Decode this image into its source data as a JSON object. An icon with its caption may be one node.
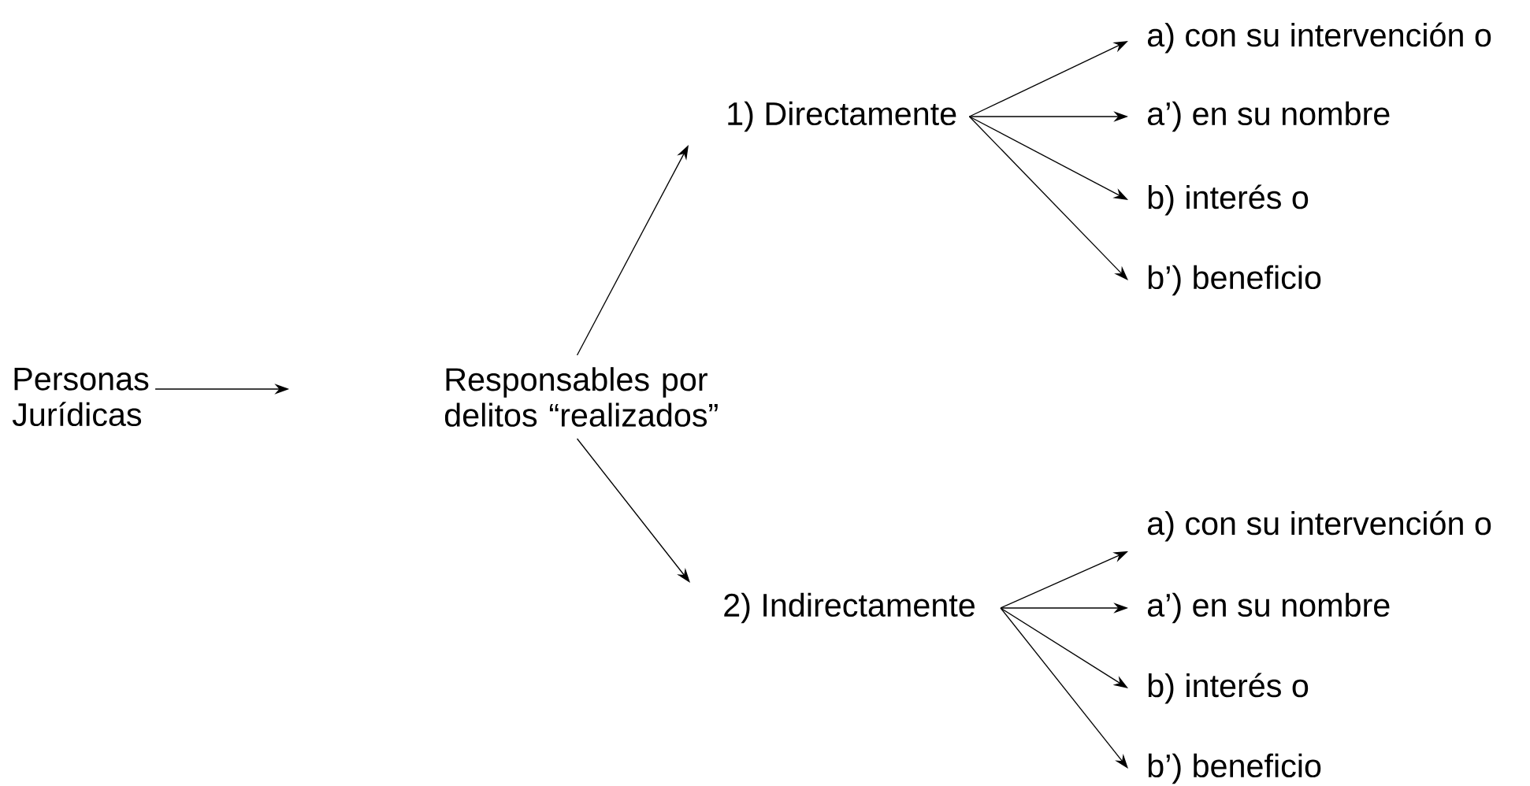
{
  "diagram": {
    "nodes": [
      {
        "text": [
          "Personas Jurídicas"
        ]
      },
      {
        "text": [
          "Responsables por delitos “realizados”"
        ]
      },
      {
        "text": [
          "1) Directamente"
        ]
      },
      {
        "text": [
          "a) con su intervención o"
        ]
      },
      {
        "text": [
          "a’) en su nombre"
        ]
      },
      {
        "text": [
          "b) interés o"
        ]
      },
      {
        "text": [
          "b’) beneficio"
        ]
      },
      {
        "text": [
          "2) Indirectamente"
        ]
      },
      {
        "text": [
          "a) con su intervención o"
        ]
      },
      {
        "text": [
          "a’) en su nombre"
        ]
      },
      {
        "text": [
          "b) interés o"
        ]
      },
      {
        "text": [
          "b’) beneficio"
        ]
      }
    ],
    "edges": [
      {
        "from": 0,
        "to": null,
        "arrow": "to"
      },
      {
        "from": 1,
        "to": 2,
        "arrow": "to"
      },
      {
        "from": 1,
        "to": 7,
        "arrow": "to"
      },
      {
        "from": 2,
        "to": 3,
        "arrow": "to"
      },
      {
        "from": 2,
        "to": 4,
        "arrow": "to"
      },
      {
        "from": 2,
        "to": 5,
        "arrow": "to"
      },
      {
        "from": 2,
        "to": 6,
        "arrow": "to"
      },
      {
        "from": 7,
        "to": 8,
        "arrow": "to"
      },
      {
        "from": 7,
        "to": 9,
        "arrow": "to"
      },
      {
        "from": 7,
        "to": 10,
        "arrow": "to"
      },
      {
        "from": 7,
        "to": 11,
        "arrow": "to"
      }
    ]
  }
}
